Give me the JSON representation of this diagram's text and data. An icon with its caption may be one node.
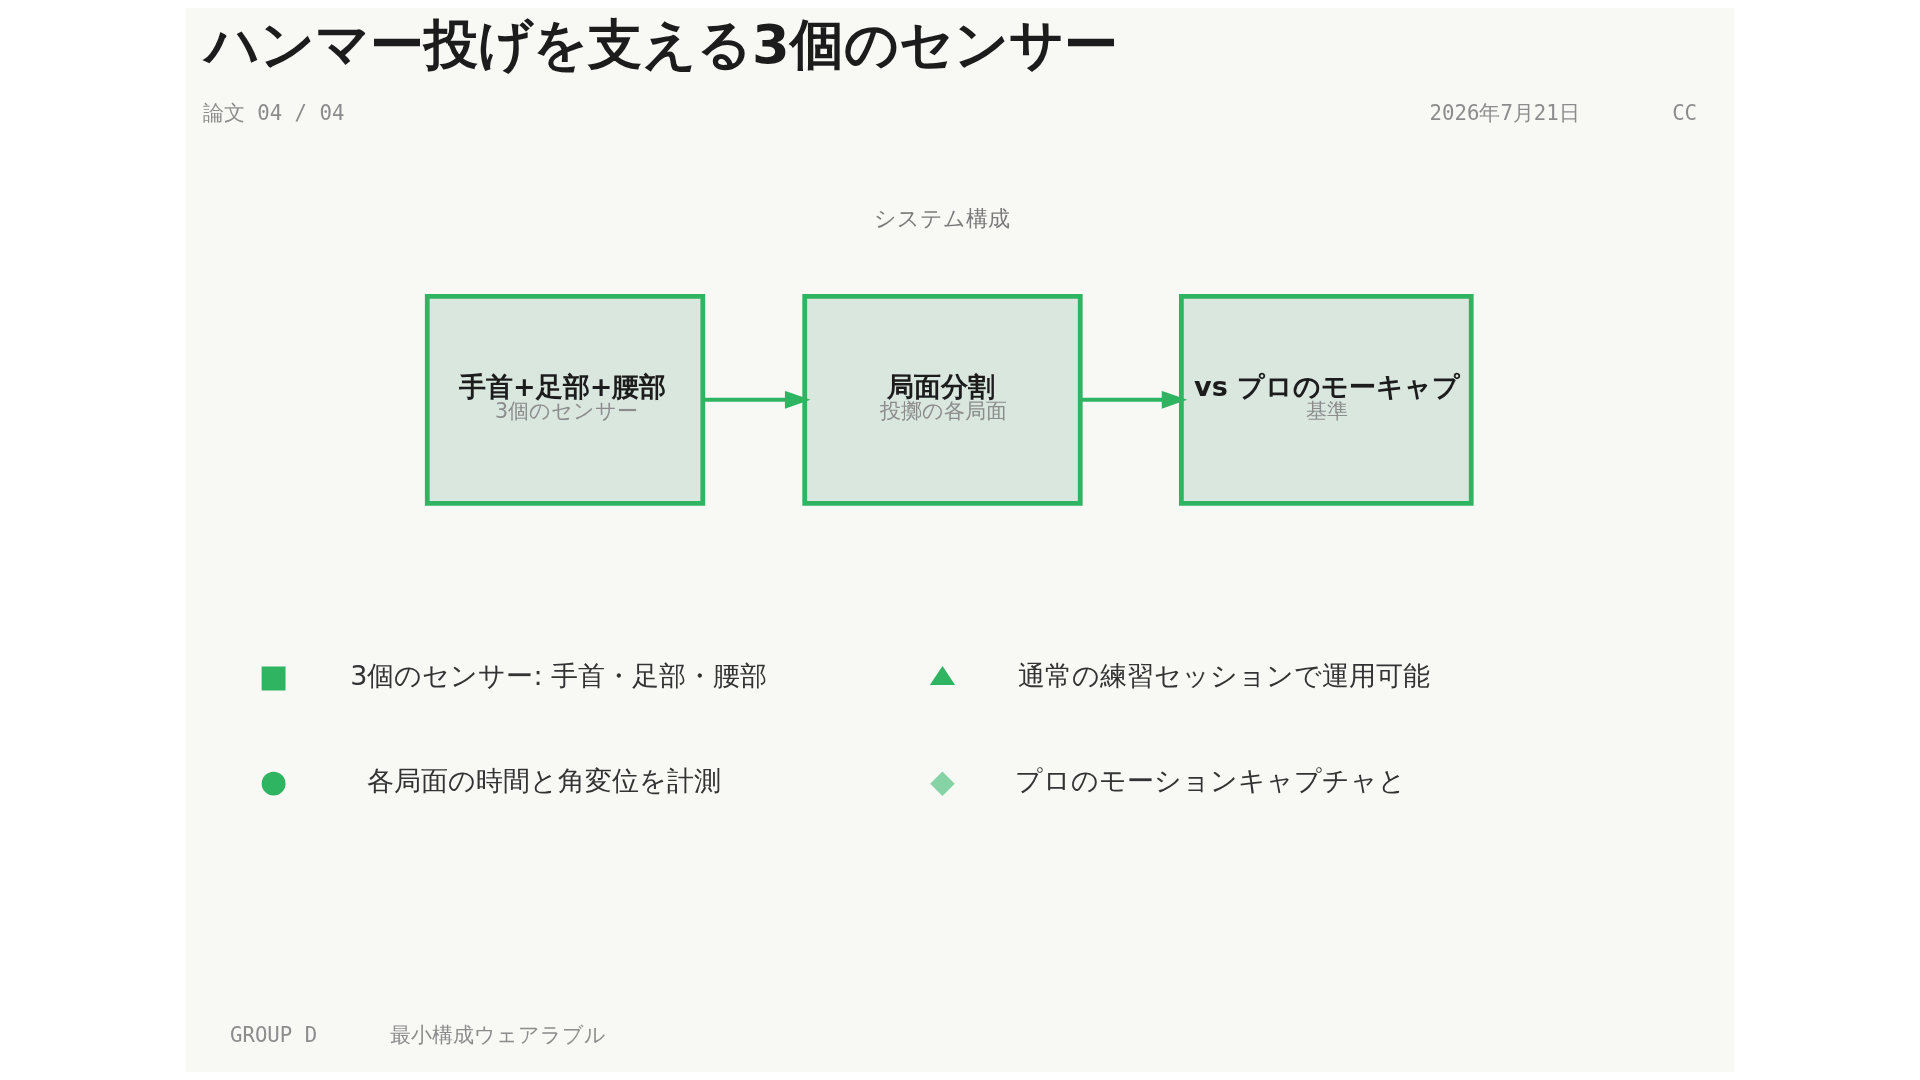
{
  "diagram": {
    "title": "ハンマー投げを支える3個のセンサー",
    "nodes": [
      {
        "text": [
          "手首+足部+腰部",
          "3個のセンサー"
        ]
      },
      {
        "text": [
          "局面分割",
          "投擲の各局面"
        ]
      },
      {
        "text": [
          "vs プロのモーキャプ",
          "基準"
        ]
      }
    ],
    "edges": [
      {
        "from": 0,
        "to": 1,
        "arrow": "to"
      },
      {
        "from": 1,
        "to": 2,
        "arrow": "to"
      }
    ],
    "labels": [
      "論文 04 / 04",
      "2026年7月21日",
      "CC",
      "システム構成",
      "3個のセンサー: 手首・足部・腰部",
      "通常の練習セッションで運用可能",
      "各局面の時間と角変位を計測",
      "プロのモーションキャプチャと",
      "GROUP D",
      "最小構成ウェアラブル"
    ]
  }
}
